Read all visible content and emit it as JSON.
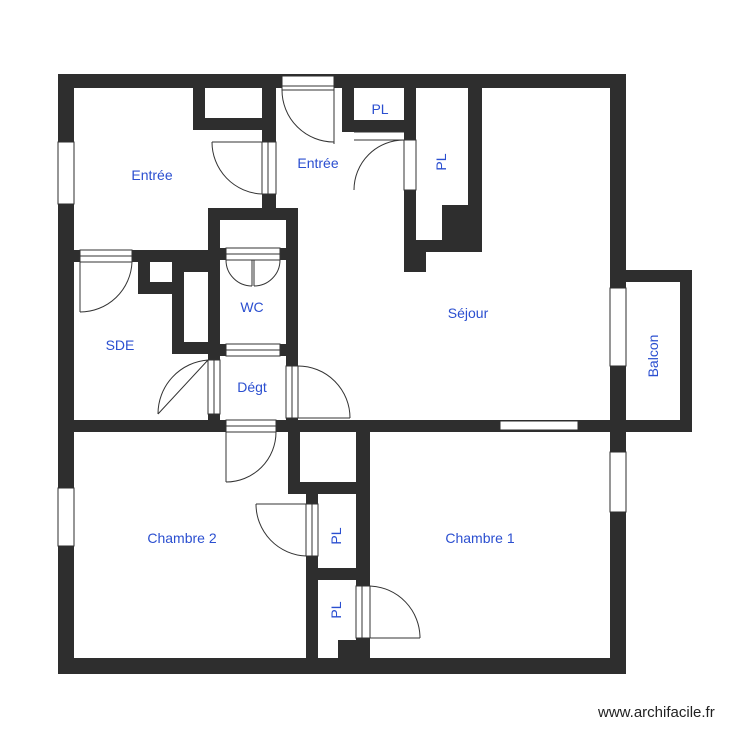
{
  "plan": {
    "rooms": {
      "entree_1": "Entrée",
      "entree_2": "Entrée",
      "pl_top": "PL",
      "pl_vertical": "PL",
      "sejour": "Séjour",
      "balcon": "Balcon",
      "sde": "SDE",
      "wc": "WC",
      "degt": "Dégt",
      "chambre_2": "Chambre 2",
      "chambre_1": "Chambre 1",
      "pl_ch2": "PL",
      "pl_ch1": "PL"
    },
    "colors": {
      "wall": "#2e2e2e",
      "label": "#2b4fd0",
      "door": "#333333",
      "window": "#ffffff"
    }
  },
  "footer": {
    "watermark": "www.archifacile.fr"
  }
}
